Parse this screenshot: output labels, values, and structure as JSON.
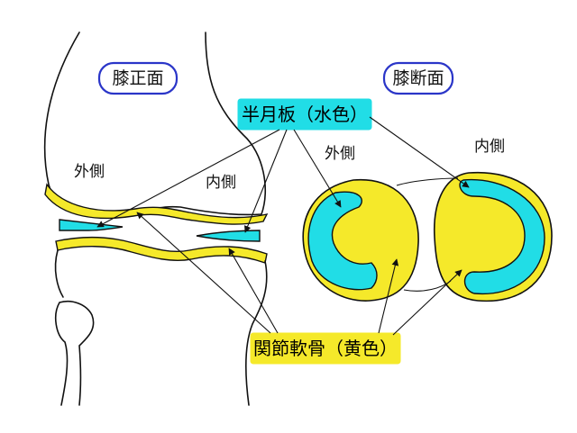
{
  "colors": {
    "cartilage": "#f5e92a",
    "meniscus": "#21dde6",
    "title_border": "#2a35c8",
    "outline": "#111111"
  },
  "titles": {
    "front": "膝正面",
    "section": "膝断面"
  },
  "labels": {
    "meniscus": "半月板（水色）",
    "cartilage": "関節軟骨（黄色）",
    "front_lateral": "外側",
    "front_medial": "内側",
    "section_lateral": "外側",
    "section_medial": "内側"
  }
}
